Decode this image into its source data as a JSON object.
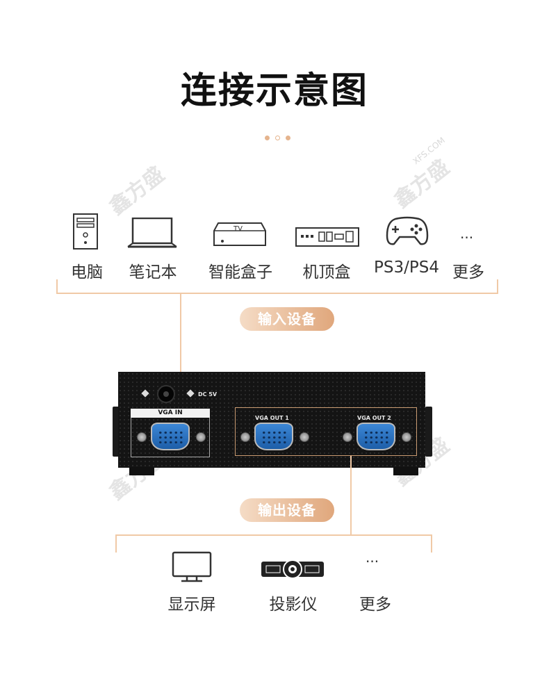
{
  "title": "连接示意图",
  "accent_color": "#e0a77c",
  "line_color": "#f0c9a6",
  "dots": [
    "#e5b48e",
    "#f2d3b8",
    "#e5b48e"
  ],
  "input_devices": [
    {
      "icon": "pc-tower-icon",
      "label": "电脑"
    },
    {
      "icon": "laptop-icon",
      "label": "笔记本"
    },
    {
      "icon": "tv-box-icon",
      "label": "智能盒子",
      "icon_text": "TV"
    },
    {
      "icon": "set-top-box-icon",
      "label": "机顶盒"
    },
    {
      "icon": "gamepad-icon",
      "label": "PS3/PS4"
    },
    {
      "icon": "ellipsis-icon",
      "label": "更多",
      "icon_text": "···"
    }
  ],
  "input_pill": "输入设备",
  "device": {
    "dc_label": "DC 5V",
    "vga_in": "VGA IN",
    "vga_out_1": "VGA OUT 1",
    "vga_out_2": "VGA OUT 2"
  },
  "output_pill": "输出设备",
  "output_devices": [
    {
      "icon": "monitor-icon",
      "label": "显示屏"
    },
    {
      "icon": "projector-icon",
      "label": "投影仪"
    },
    {
      "icon": "ellipsis-icon",
      "label": "更多",
      "icon_text": "···"
    }
  ],
  "watermark": "鑫方盛",
  "watermark_small": "XFS.COM"
}
